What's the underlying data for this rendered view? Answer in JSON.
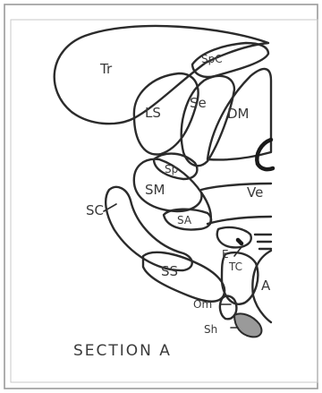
{
  "figure": {
    "caption": "SECTION A",
    "labels": {
      "tr": "Tr",
      "spc": "SpC",
      "ls": "LS",
      "se": "Se",
      "dm": "DM",
      "sp": "Sp",
      "sm": "SM",
      "ve": "Ve",
      "sa": "SA",
      "sc": "SC",
      "e": "E",
      "ss": "SS",
      "tc": "TC",
      "a": "A",
      "om": "Om",
      "sh": "Sh"
    }
  }
}
